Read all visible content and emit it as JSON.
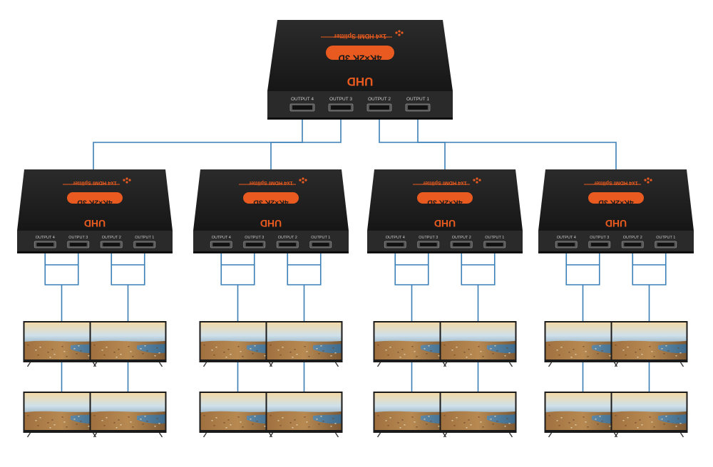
{
  "splitter": {
    "model_label": "1x4 HDMI Splitter",
    "resolution_label": "4K×2K 3D",
    "brand_label": "UHD",
    "outputs": [
      "OUTPUT 4",
      "OUTPUT 3",
      "OUTPUT 2",
      "OUTPUT 1"
    ]
  },
  "colors": {
    "accent": "#e85a1f",
    "cable": "#3a7fb5",
    "device_body": "#1f1f1f",
    "device_front": "#2a2a2a"
  },
  "icons": {
    "port": "hdmi-port-icon",
    "tv": "tv-icon"
  }
}
